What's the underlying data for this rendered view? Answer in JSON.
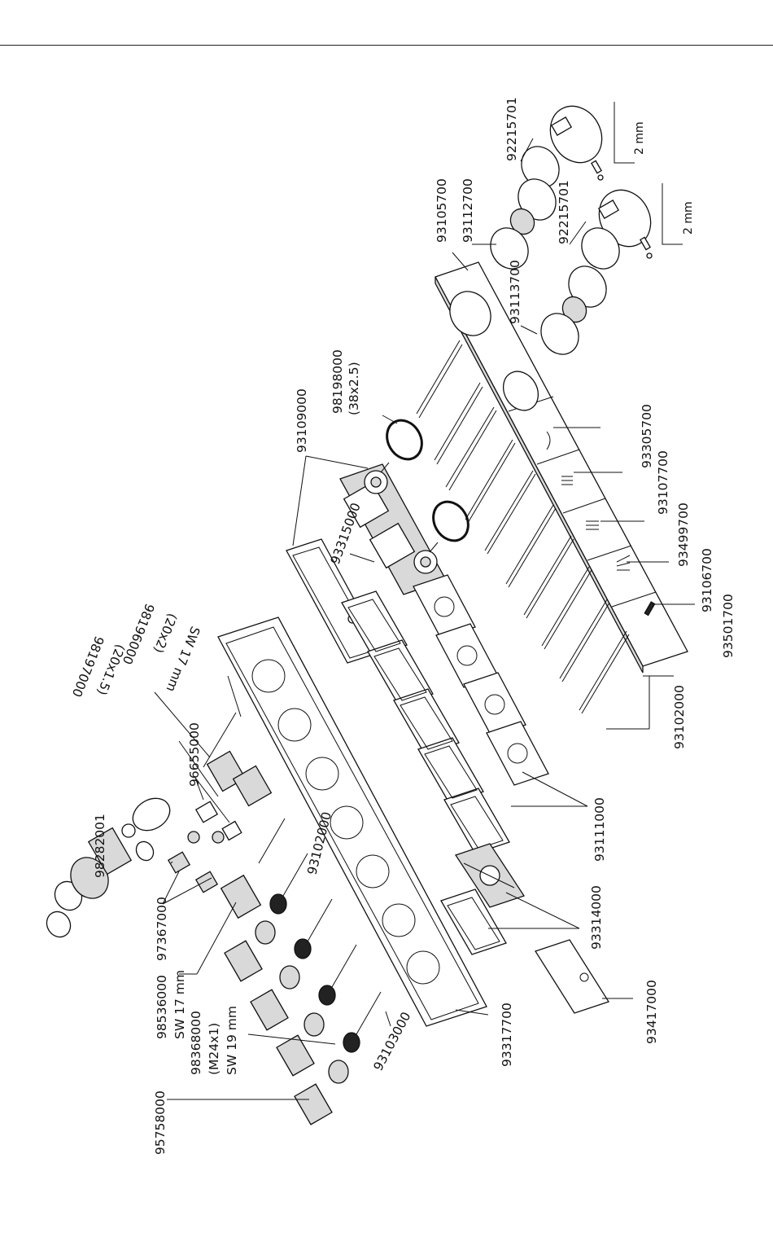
{
  "labels": {
    "l93105700": "93105700",
    "l92215701a": "92215701",
    "l93112700": "93112700",
    "l92215701b": "92215701",
    "l93113700": "93113700",
    "l98198000": "98198000",
    "l98198000_size": "(38x2.5)",
    "l93109000": "93109000",
    "l93315000": "93315000",
    "l93305700": "93305700",
    "l93107700": "93107700",
    "l93499700": "93499700",
    "l93106700": "93106700",
    "l93501700": "93501700",
    "l93102000": "93102000",
    "l93111000": "93111000",
    "l93314000": "93314000",
    "l93417000": "93417000",
    "l93317700": "93317700",
    "l93103000": "93103000",
    "l93102000b": "93102000",
    "l98197000": "98197000",
    "l98197000_size": "(20x1.5)",
    "l98196000": "98196000",
    "l98196000_size": "(20x2)",
    "l_sw17_top": "SW 17 mm",
    "l96655000": "96655000",
    "l98282001": "98282001",
    "l97367000": "97367000",
    "l98536000": "98536000",
    "l98536000_sw": "SW 17 mm",
    "l98368000": "98368000",
    "l98368000_thread": "(M24x1)",
    "l98368000_sw": "SW 19 mm",
    "l95758000": "95758000",
    "tool_a": "2 mm",
    "tool_b": "2 mm"
  }
}
